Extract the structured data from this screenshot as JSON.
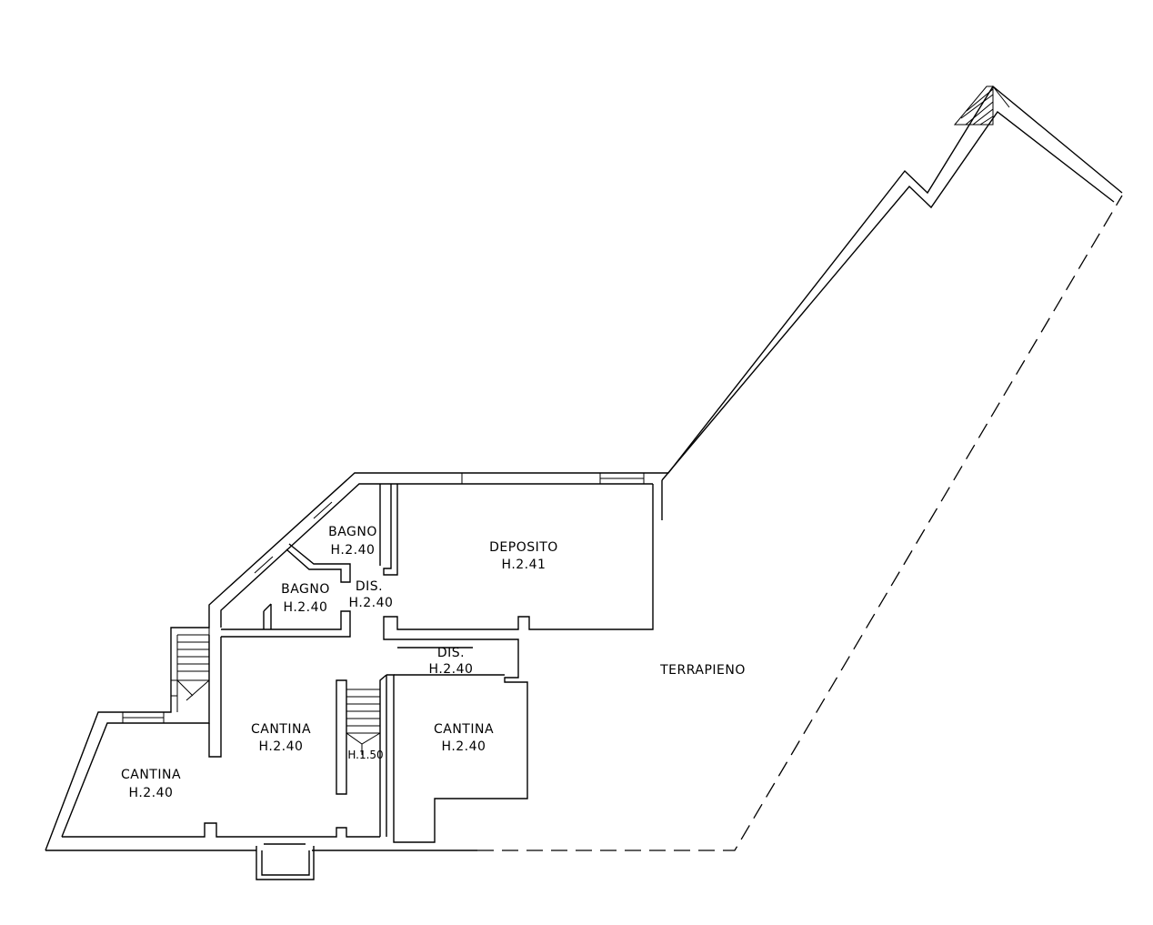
{
  "rooms": [
    {
      "id": "bagno-upper",
      "name": "BAGNO",
      "height": "H.2.40"
    },
    {
      "id": "bagno-lower",
      "name": "BAGNO",
      "height": "H.2.40"
    },
    {
      "id": "dis-upper",
      "name": "DIS.",
      "height": "H.2.40"
    },
    {
      "id": "deposito",
      "name": "DEPOSITO",
      "height": "H.2.41"
    },
    {
      "id": "dis-lower",
      "name": "DIS.",
      "height": "H.2.40"
    },
    {
      "id": "cantina-center",
      "name": "CANTINA",
      "height": "H.2.40"
    },
    {
      "id": "cantina-right",
      "name": "CANTINA",
      "height": "H.2.40"
    },
    {
      "id": "cantina-left",
      "name": "CANTINA",
      "height": "H.2.40"
    }
  ],
  "stair_height": "H.1.50",
  "terrapieno": "TERRAPIENO"
}
